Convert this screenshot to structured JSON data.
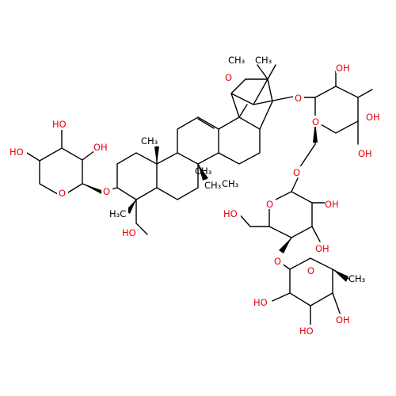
{
  "colors": {
    "background": "#ffffff",
    "bond": "#000000",
    "oxygen": "#e8000b",
    "carbon": "#000000"
  },
  "labels": {
    "xyl_oh_top": "HO",
    "xyl_oh_mid": "OH",
    "xyl_ho_left": "HO",
    "xyl_ring_o": "O",
    "link_o_c3": "O",
    "me_c4": "H₃C",
    "ho_ch2": "HO",
    "me_a": "CH₃",
    "me_b": "CH₃",
    "me_c": "CH₃",
    "me_d": "CH₃",
    "gem_me1": "CH₃",
    "gem_me2": "CH₃",
    "ring_o_core": "O",
    "glc1_o_link": "O",
    "glc1_oh1": "OH",
    "glc1_oh2": "OH",
    "glc1_oh3": "OH",
    "glc1_ring_o": "O",
    "o_6": "O",
    "glc2_ring_o": "O",
    "glc2_oh1": "OH",
    "glc2_oh2": "OH",
    "glc2_ho_ch2": "HO",
    "o_4": "O",
    "rha_ring_o": "O",
    "rha_me": "CH₃",
    "rha_ho1": "HO",
    "rha_oh2": "OH",
    "rha_ho3": "HO"
  }
}
